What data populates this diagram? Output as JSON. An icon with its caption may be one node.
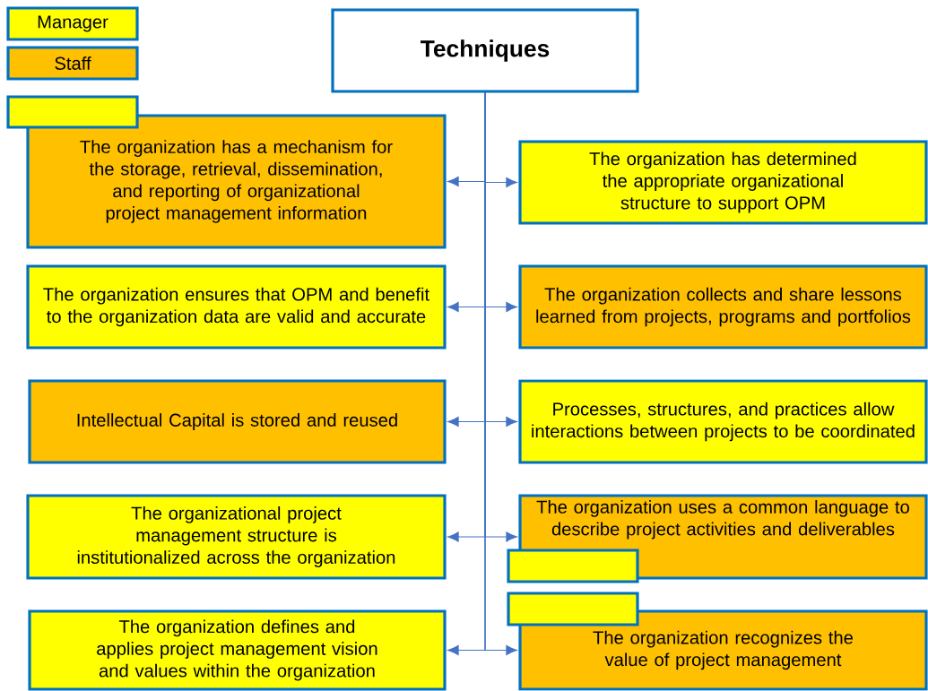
{
  "diagram": {
    "nodes": [
      {
        "text": [
          "Techniques"
        ]
      },
      {
        "text": [],
        "shape": "box"
      },
      {
        "text": [
          "The organization has a mechanism for the storage, retrieval, dissemination, and reporting of organizational project management information"
        ]
      },
      {
        "text": [
          "The organization has determined the appropriate organizational structure to support OPM"
        ]
      },
      {
        "text": [
          "The organization ensures that OPM and benefit to the organization data are valid and accurate"
        ]
      },
      {
        "text": [
          "The organization collects and share lessons learned from projects, programs and portfolios"
        ]
      },
      {
        "text": [
          "Intellectual Capital is stored and reused"
        ]
      },
      {
        "text": [
          "Processes, structures, and practices allow interactions between projects to be coordinated"
        ]
      },
      {
        "text": [
          "The organizational project management structure is institutionalized across the organization"
        ]
      },
      {
        "text": [
          "The organization uses a common language to describe project activities and deliverables"
        ]
      },
      {
        "text": [],
        "shape": "box"
      },
      {
        "text": [],
        "shape": "box"
      },
      {
        "text": [
          "The organization defines and applies project management vision and values within the organization"
        ]
      },
      {
        "text": [
          "The organization recognizes the value of project management"
        ]
      }
    ],
    "edges": [
      {
        "from": 0,
        "to": 2,
        "arrow": "to"
      },
      {
        "from": 0,
        "to": 3,
        "arrow": "to"
      },
      {
        "from": 0,
        "to": 4,
        "arrow": "to"
      },
      {
        "from": 0,
        "to": 5,
        "arrow": "to"
      },
      {
        "from": 0,
        "to": 6,
        "arrow": "to"
      },
      {
        "from": 0,
        "to": 7,
        "arrow": "to"
      },
      {
        "from": 0,
        "to": 8,
        "arrow": "to"
      },
      {
        "from": 0,
        "to": 9,
        "arrow": "to"
      },
      {
        "from": 0,
        "to": 12,
        "arrow": "to"
      },
      {
        "from": 0,
        "to": 13,
        "arrow": "to"
      }
    ],
    "legend": [
      {
        "text": "Manager",
        "color": "#ffff00"
      },
      {
        "text": "Staff",
        "color": "#ffc000"
      }
    ]
  }
}
